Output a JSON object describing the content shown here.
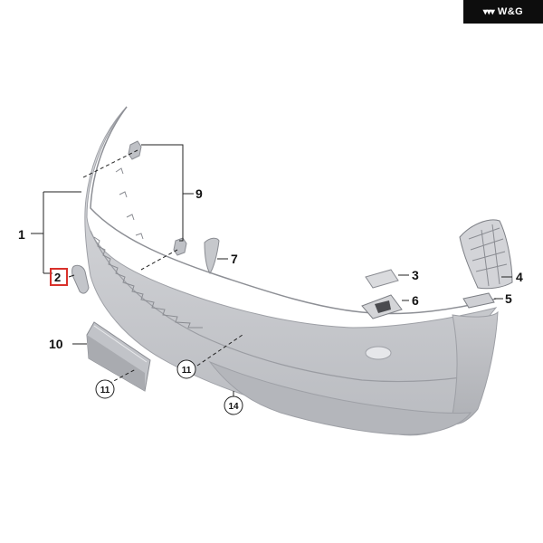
{
  "brand": {
    "logo_text": "W&G"
  },
  "callouts": {
    "c1": "1",
    "c2": "2",
    "c3": "3",
    "c4": "4",
    "c5": "5",
    "c6": "6",
    "c7": "7",
    "c9": "9",
    "c10": "10",
    "c11a": "11",
    "c11b": "11",
    "c14": "14"
  },
  "colors": {
    "part_fill": "#cfd0d4",
    "part_shadow": "#a9abb0",
    "line": "#222222",
    "highlight": "#d9312b"
  }
}
